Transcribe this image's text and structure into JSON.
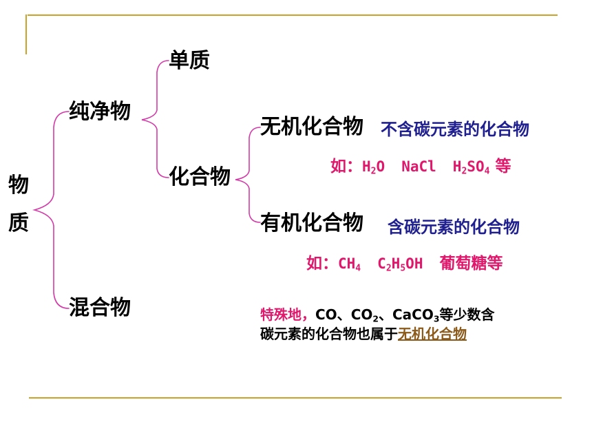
{
  "diagram": {
    "root": {
      "char1": "物",
      "char2": "质"
    },
    "pure": "纯净物",
    "mixture": "混合物",
    "element": "单质",
    "compound": "化合物",
    "inorganic": {
      "label": "无机化合物",
      "desc": "不含碳元素的化合物",
      "ex_prefix": "如：",
      "ex1": [
        "H",
        "2",
        "O"
      ],
      "ex2": "NaCl",
      "ex3": [
        "H",
        "2",
        "SO",
        "4"
      ],
      "ex_suffix": "等"
    },
    "organic": {
      "label": "有机化合物",
      "desc": "含碳元素的化合物",
      "ex_prefix": "如：",
      "ex1": [
        "CH",
        "4"
      ],
      "ex2": [
        "C",
        "2",
        "H",
        "5",
        "OH"
      ],
      "ex3": "葡萄糖等"
    },
    "note": {
      "lead": "特殊地，",
      "co": "CO、",
      "co2": [
        "CO",
        "2"
      ],
      "sep": "、",
      "caco3": [
        "CaCO",
        "3"
      ],
      "rest1": "等少数含",
      "rest2": "碳元素的化合物也属于",
      "link": "无机化合物"
    }
  },
  "colors": {
    "brace": "#D23AA8",
    "rule": "#C9A227",
    "desc": "#1F1F8F",
    "example": "#E0186C"
  }
}
